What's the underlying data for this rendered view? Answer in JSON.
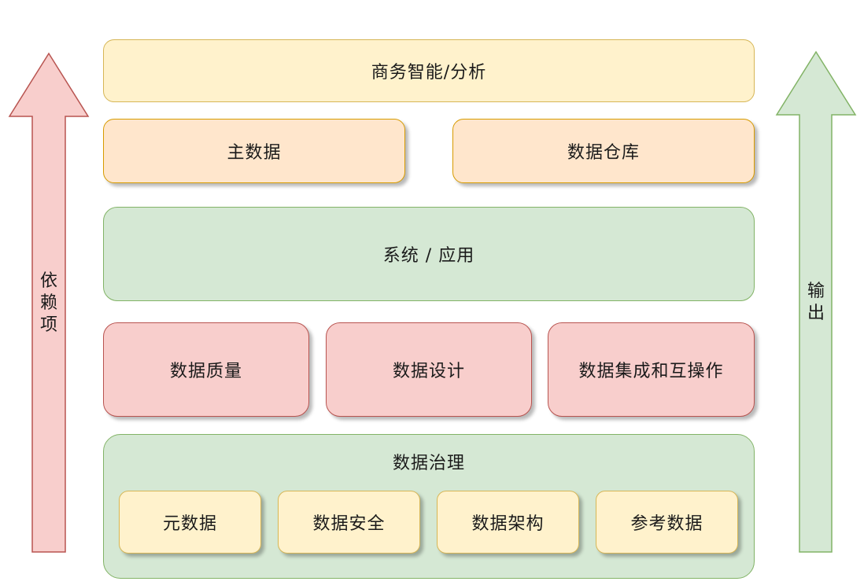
{
  "top": {
    "bi": "商务智能/分析"
  },
  "row2": {
    "master_data": "主数据",
    "data_warehouse": "数据仓库"
  },
  "systems": {
    "label": "系统 / 应用"
  },
  "row4": {
    "data_quality": "数据质量",
    "data_design": "数据设计",
    "data_integration": "数据集成和互操作"
  },
  "governance": {
    "title": "数据治理",
    "items": [
      "元数据",
      "数据安全",
      "数据架构",
      "参考数据"
    ]
  },
  "arrows": {
    "left": {
      "label": [
        "依",
        "赖",
        "项"
      ],
      "fill": "#f8cecc",
      "stroke": "#b85450"
    },
    "right": {
      "label": [
        "输",
        "出"
      ],
      "fill": "#d5e8d4",
      "stroke": "#82b366"
    }
  },
  "colors": {
    "yellow": "#fff2cc",
    "orange": "#ffe6cc",
    "green": "#d5e8d4",
    "red": "#f8cecc"
  }
}
